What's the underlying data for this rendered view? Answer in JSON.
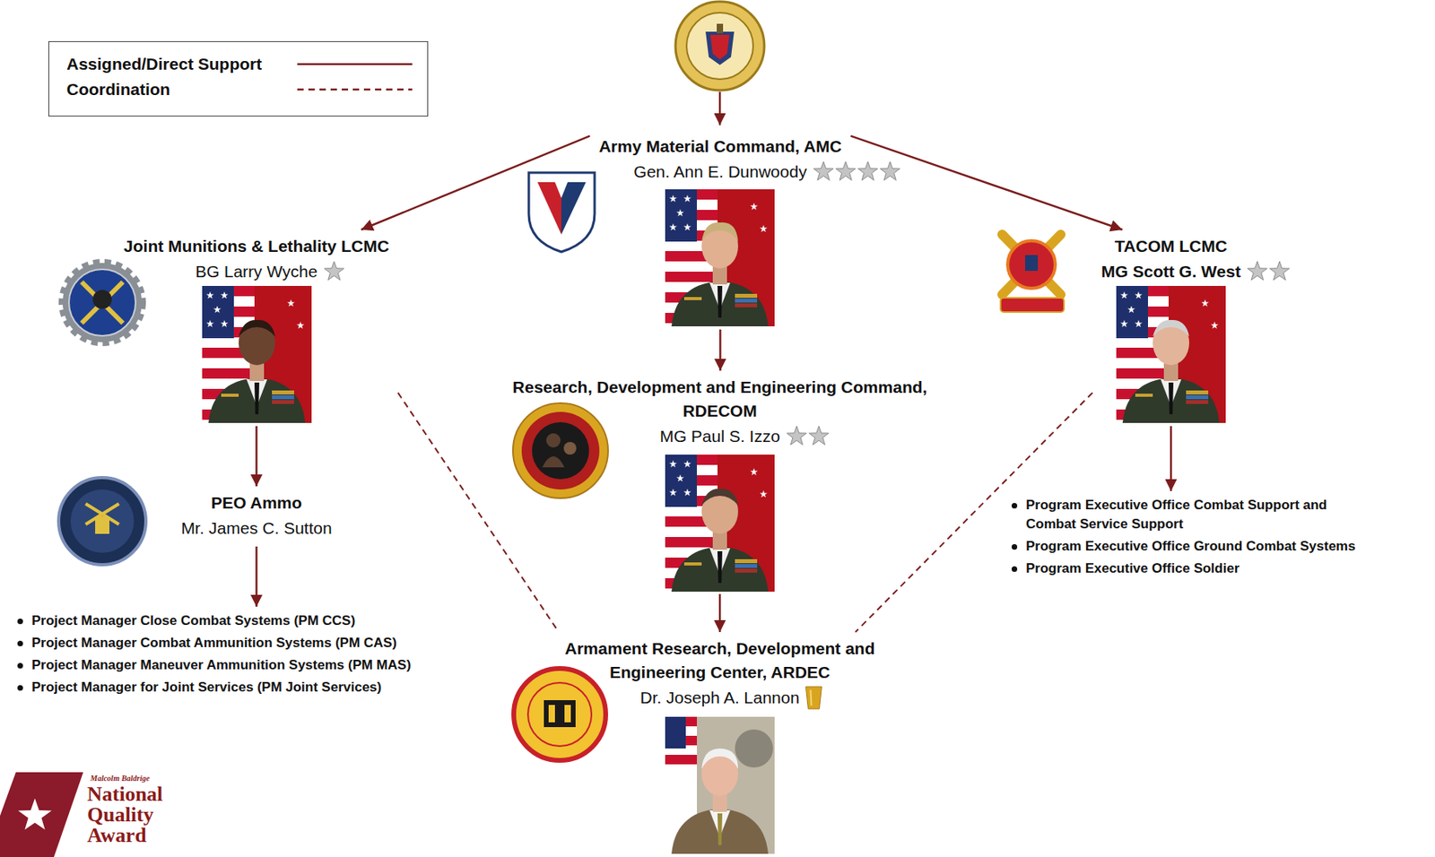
{
  "diagram": {
    "nodes": [
      {
        "text": [
          "Army Material Command, AMC",
          "Gen. Ann E. Dunwoody"
        ]
      },
      {
        "text": [
          "Joint Munitions & Lethality LCMC",
          "BG Larry Wyche"
        ]
      },
      {
        "text": [
          "TACOM LCMC",
          "MG Scott G. West"
        ]
      },
      {
        "text": [
          "Research, Development and Engineering Command, RDECOM",
          "MG Paul S. Izzo"
        ]
      },
      {
        "text": [
          "PEO Ammo",
          "Mr. James C. Sutton"
        ]
      },
      {
        "text": [
          "Program Executive Office Combat Support and Combat Service Support",
          "Program Executive Office Ground Combat Systems",
          "Program Executive Office Soldier"
        ]
      },
      {
        "text": [
          "Project Manager Close Combat Systems (PM CCS)",
          "Project Manager Combat Ammunition Systems (PM CAS)",
          "Project Manager Maneuver Ammunition Systems (PM MAS)",
          "Project Manager for Joint Services (PM Joint Services)"
        ]
      },
      {
        "text": [
          "Armament Research, Development and Engineering Center, ARDEC",
          "Dr. Joseph A. Lannon"
        ]
      }
    ],
    "edges": [
      {
        "from": 0,
        "to": 1,
        "arrow": "to"
      },
      {
        "from": 0,
        "to": 2,
        "arrow": "to"
      },
      {
        "from": 0,
        "to": 3,
        "arrow": "to"
      },
      {
        "from": 1,
        "to": 4,
        "arrow": "to"
      },
      {
        "from": 2,
        "to": 5,
        "arrow": "to"
      },
      {
        "from": 3,
        "to": 7,
        "arrow": "to"
      },
      {
        "from": 4,
        "to": 6,
        "arrow": "to"
      },
      {
        "from": 1,
        "to": 7,
        "arrow": "none"
      },
      {
        "from": 2,
        "to": 7,
        "arrow": "none"
      }
    ],
    "labels": [
      "Malcolm Baldrige",
      "National",
      "Quality",
      "Award"
    ],
    "legend": [
      {
        "text": "Assigned/Direct Support"
      },
      {
        "text": "Coordination"
      }
    ]
  }
}
